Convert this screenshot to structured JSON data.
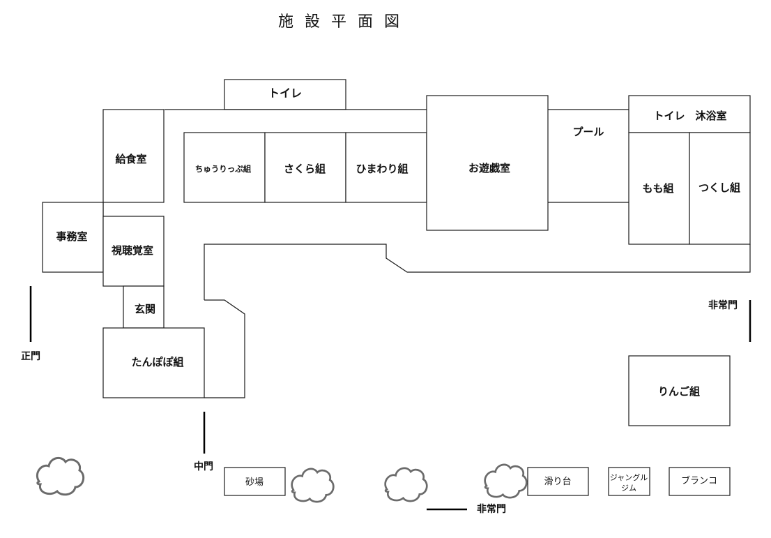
{
  "title": "施設平面図",
  "rooms": {
    "toilet_top": "トイレ",
    "kitchen": "給食室",
    "chuuripu": "ちゅうりっぷ組",
    "sakura": "さくら組",
    "himawari": "ひまわり組",
    "playroom": "お遊戯室",
    "pool": "プール",
    "toilet_bath": "トイレ　沐浴室",
    "momo": "もも組",
    "tsukushi": "つくし組",
    "office": "事務室",
    "av_room": "視聴覚室",
    "entrance": "玄関",
    "tanpopo": "たんぽぽ組",
    "ringo": "りんご組"
  },
  "gates": {
    "main": "正門",
    "middle": "中門",
    "emergency_right": "非常門",
    "emergency_bottom": "非常門"
  },
  "playground": {
    "sandbox": "砂場",
    "slide": "滑り台",
    "jungle_gym_1": "ジャングル",
    "jungle_gym_2": "ジム",
    "swing": "ブランコ"
  },
  "icons": [
    "tree-icon"
  ]
}
